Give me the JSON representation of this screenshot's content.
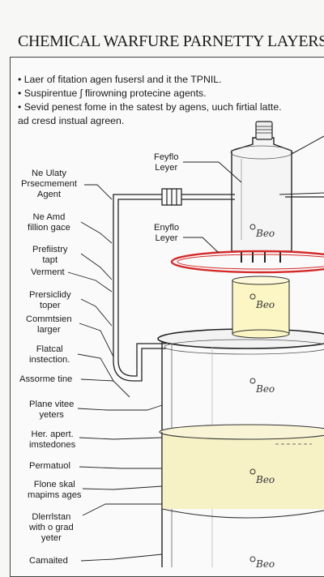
{
  "title": "CHEMICAL WARFURE PARNETTY LAYERS",
  "notes": [
    "• Laer of fitation agen fusersl and it the TPNIL.",
    "• Suspirentue ʃ flirowning protecine agents.",
    "• Sevid penest fome in the satest by agens, uuch firtial latte.",
    "  ad cresd instual agreen."
  ],
  "top_labels": {
    "upper": "Feyflo\nLeyer",
    "lower": "Enyflo\nLeyer"
  },
  "left_labels": [
    "Ne Ulaty\nPrsecmement\nAgent",
    "Ne Amd\nfillion gace",
    "Prefiistry\ntapt",
    "Verment",
    "Prersiclidy\ntoper",
    "Commtsien\nlarger",
    "Flatcal\ninstection.",
    "Assorme tine",
    "Plane vitee\nyeters",
    "Her. apert.\nimstedones",
    "Permatuol",
    "Flone skal\nmapims ages",
    "Dlerrlstan\nwith o grad\nyeter",
    "Camaited"
  ],
  "vessel_marks": [
    "Beo",
    "Beo",
    "Beo",
    "Beo",
    "Beo"
  ],
  "colors": {
    "ring": "#d42a2a",
    "liquid": "#f5efc0",
    "beaker_fill": "#fdf8cf",
    "line": "#222222"
  }
}
